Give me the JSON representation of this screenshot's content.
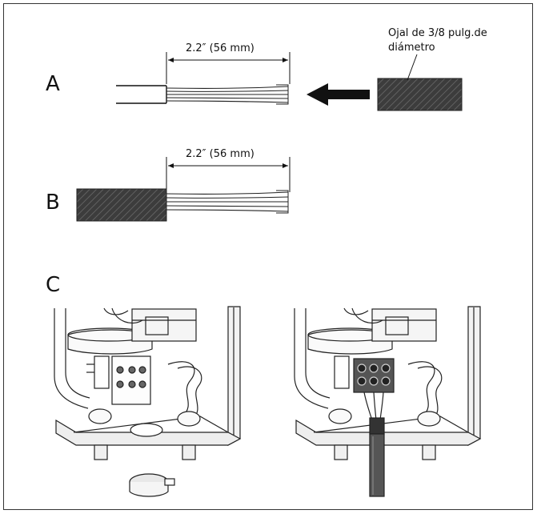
{
  "figure": {
    "step_a_label": "A",
    "step_b_label": "B",
    "step_c_label": "C",
    "dimension_a": "2.2″ (56 mm)",
    "dimension_b": "2.2″ (56 mm)",
    "grommet_note_line1": "Ojal de 3/8 pulg.de",
    "grommet_note_line2": "diámetro"
  }
}
